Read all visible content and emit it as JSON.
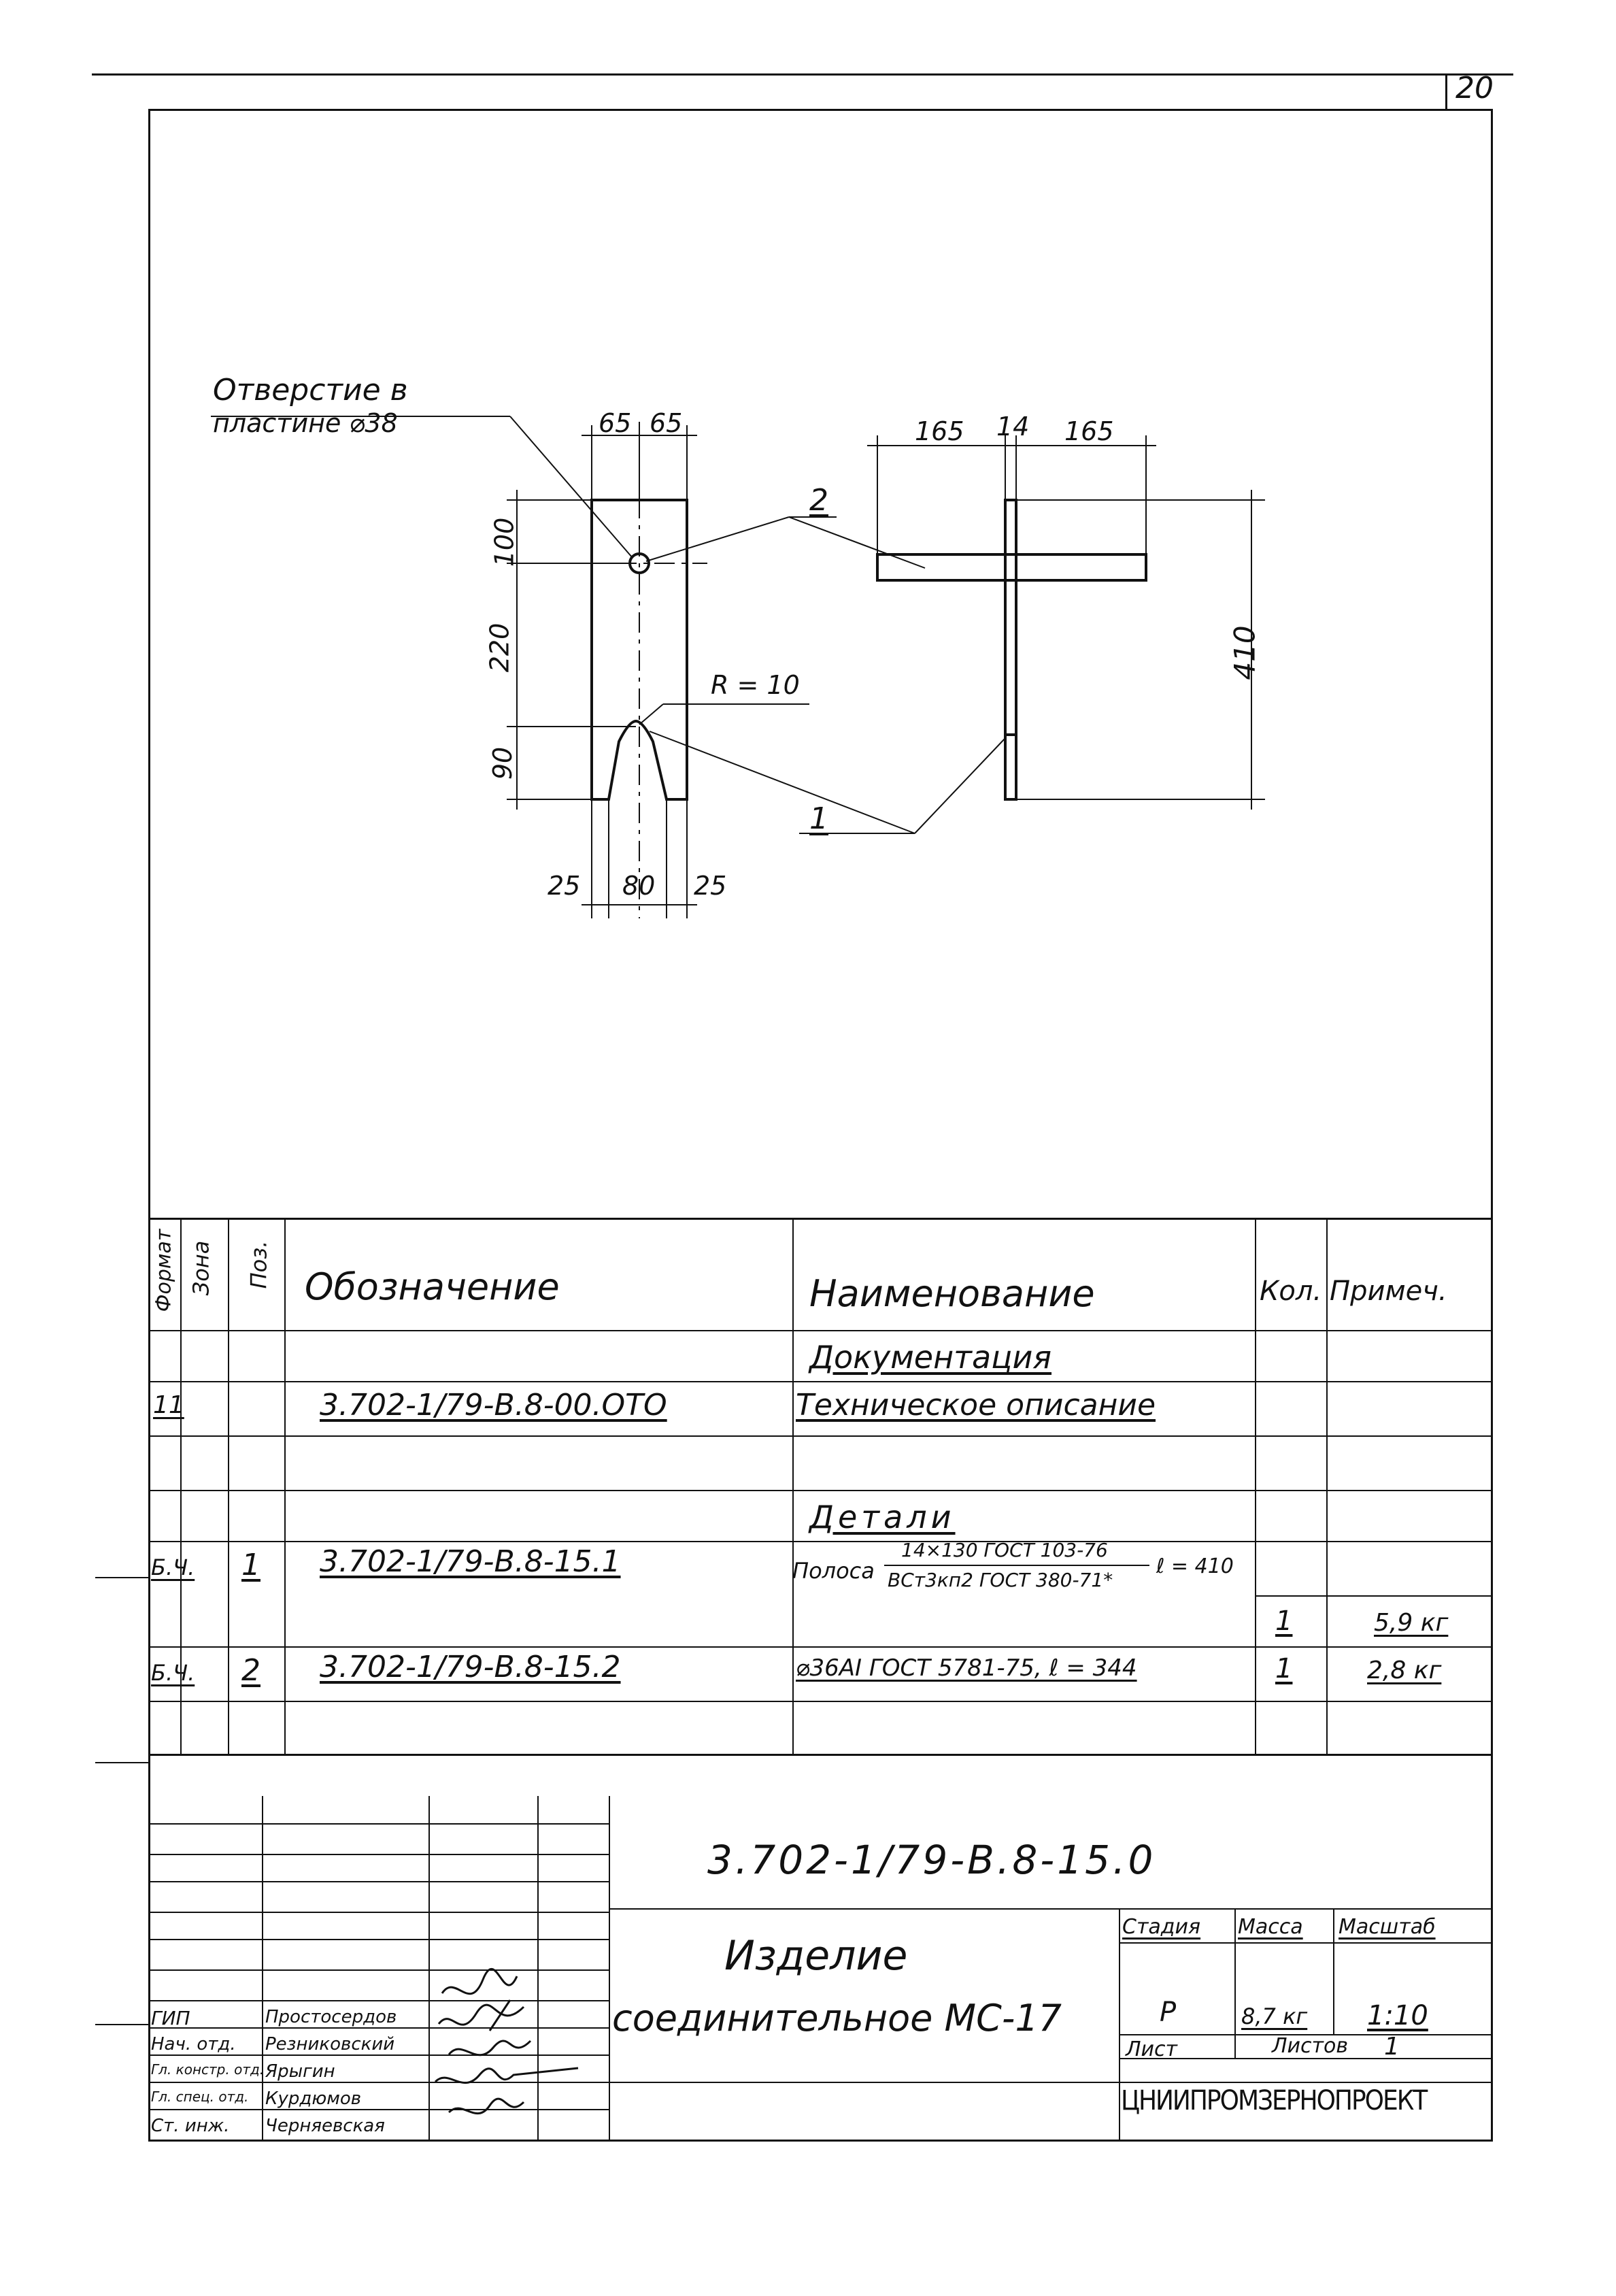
{
  "sheet": {
    "corner_number": "20"
  },
  "drawing": {
    "hole_note_line1": "Отверстие в",
    "hole_note_line2": "пластине ⌀38",
    "dim_top_left": "65",
    "dim_top_right": "65",
    "dim_100": "100",
    "dim_220": "220",
    "dim_90": "90",
    "dim_radius": "R = 10",
    "dim_bottom_left": "25",
    "dim_bottom_mid": "80",
    "dim_bottom_right": "25",
    "dim_side_left": "165",
    "dim_side_mid": "14",
    "dim_side_right": "165",
    "dim_height": "410",
    "callout_1": "1",
    "callout_2": "2"
  },
  "spec_table": {
    "headers": {
      "format": "Формат",
      "zone": "Зона",
      "pos": "Поз.",
      "designation": "Обозначение",
      "name": "Наименование",
      "qty": "Кол.",
      "note": "Примеч."
    },
    "section_docs": "Документация",
    "section_parts": "Детали",
    "rows": [
      {
        "format": "11",
        "zone": "",
        "pos": "",
        "designation": "3.702-1/79-В.8-00.ОТО",
        "name": "Техническое описание",
        "qty": "",
        "note": ""
      },
      {
        "format": "Б.Ч.",
        "zone": "",
        "pos": "1",
        "designation": "3.702-1/79-В.8-15.1",
        "name_prefix": "Полоса",
        "name_top": "14×130 ГОСТ 103-76",
        "name_bottom": "ВСт3кп2 ГОСТ 380-71*",
        "name_suffix": "ℓ = 410",
        "qty": "1",
        "note": "5,9 кг"
      },
      {
        "format": "Б.Ч.",
        "zone": "",
        "pos": "2",
        "designation": "3.702-1/79-В.8-15.2",
        "name": "⌀36АI ГОСТ 5781-75, ℓ = 344",
        "qty": "1",
        "note": "2,8 кг"
      }
    ]
  },
  "title_block": {
    "doc_code": "3.702-1/79-В.8-15.0",
    "title_line1": "Изделие",
    "title_line2": "соединительное МС-17",
    "stage_label": "Стадия",
    "mass_label": "Масса",
    "scale_label": "Масштаб",
    "stage_value": "Р",
    "mass_value": "8,7 кг",
    "scale_value": "1:10",
    "sheet_label": "Лист",
    "sheets_label": "Листов",
    "sheets_value": "1",
    "organization": "ЦНИИПРОМЗЕРНОПРОЕКТ",
    "signers": [
      {
        "role": "ГИП",
        "name": "Простосердов"
      },
      {
        "role": "Нач. отд.",
        "name": "Резниковский"
      },
      {
        "role": "Гл. констр. отд.",
        "name": "Ярыгин"
      },
      {
        "role": "Гл. спец. отд.",
        "name": "Курдюмов"
      },
      {
        "role": "Ст. инж.",
        "name": "Черняевская"
      }
    ]
  }
}
